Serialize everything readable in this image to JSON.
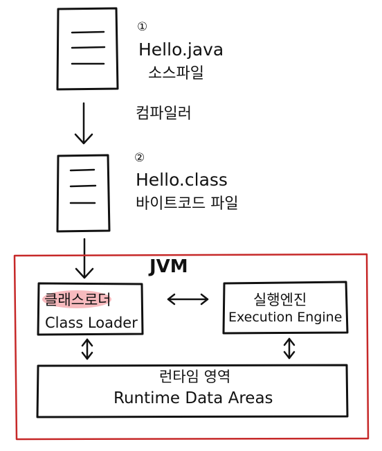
{
  "step1": {
    "number": "①",
    "filename": "Hello.java",
    "label": "소스파일"
  },
  "compiler": {
    "label": "컴파일러"
  },
  "step2": {
    "number": "②",
    "filename": "Hello.class",
    "label": "바이트코드 파일"
  },
  "jvm": {
    "title": "JVM",
    "border_color": "#c62828",
    "class_loader": {
      "korean": "클래스로더",
      "english": "Class Loader",
      "highlight_color": "#f4a3a8"
    },
    "execution_engine": {
      "korean": "실행엔진",
      "english": "Execution Engine"
    },
    "runtime_data_areas": {
      "korean": "런타임 영역",
      "english": "Runtime Data Areas"
    }
  }
}
